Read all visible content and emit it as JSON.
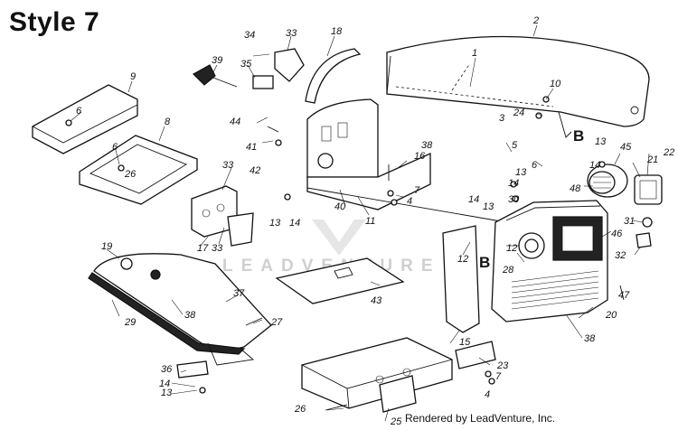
{
  "header": {
    "title": "Style 7"
  },
  "footer": {
    "credit": "Rendered by LeadVenture, Inc."
  },
  "watermark": {
    "text": "LEADVENTURE"
  },
  "callouts": [
    {
      "id": "c1",
      "label": "1"
    },
    {
      "id": "c2",
      "label": "2"
    },
    {
      "id": "c3",
      "label": "3"
    },
    {
      "id": "c4a",
      "label": "4"
    },
    {
      "id": "c4b",
      "label": "4"
    },
    {
      "id": "c5",
      "label": "5"
    },
    {
      "id": "c6a",
      "label": "6"
    },
    {
      "id": "c6b",
      "label": "6"
    },
    {
      "id": "c6c",
      "label": "6"
    },
    {
      "id": "c7a",
      "label": "7"
    },
    {
      "id": "c7b",
      "label": "7"
    },
    {
      "id": "c8",
      "label": "8"
    },
    {
      "id": "c9",
      "label": "9"
    },
    {
      "id": "c10",
      "label": "10"
    },
    {
      "id": "c11",
      "label": "11"
    },
    {
      "id": "c12a",
      "label": "12"
    },
    {
      "id": "c12b",
      "label": "12"
    },
    {
      "id": "c13a",
      "label": "13"
    },
    {
      "id": "c13b",
      "label": "13"
    },
    {
      "id": "c13c",
      "label": "13"
    },
    {
      "id": "c13d",
      "label": "13"
    },
    {
      "id": "c13e",
      "label": "13"
    },
    {
      "id": "c14a",
      "label": "14"
    },
    {
      "id": "c14b",
      "label": "14"
    },
    {
      "id": "c14c",
      "label": "14"
    },
    {
      "id": "c14d",
      "label": "14"
    },
    {
      "id": "c14e",
      "label": "14"
    },
    {
      "id": "c15",
      "label": "15"
    },
    {
      "id": "c16",
      "label": "16"
    },
    {
      "id": "c17",
      "label": "17"
    },
    {
      "id": "c18",
      "label": "18"
    },
    {
      "id": "c19",
      "label": "19"
    },
    {
      "id": "c20",
      "label": "20"
    },
    {
      "id": "c21",
      "label": "21"
    },
    {
      "id": "c22",
      "label": "22"
    },
    {
      "id": "c23",
      "label": "23"
    },
    {
      "id": "c24",
      "label": "24"
    },
    {
      "id": "c25",
      "label": "25"
    },
    {
      "id": "c26a",
      "label": "26"
    },
    {
      "id": "c26b",
      "label": "26"
    },
    {
      "id": "c27",
      "label": "27"
    },
    {
      "id": "c28",
      "label": "28"
    },
    {
      "id": "c29",
      "label": "29"
    },
    {
      "id": "c30",
      "label": "30"
    },
    {
      "id": "c31",
      "label": "31"
    },
    {
      "id": "c32",
      "label": "32"
    },
    {
      "id": "c33a",
      "label": "33"
    },
    {
      "id": "c33b",
      "label": "33"
    },
    {
      "id": "c33c",
      "label": "33"
    },
    {
      "id": "c34",
      "label": "34"
    },
    {
      "id": "c35",
      "label": "35"
    },
    {
      "id": "c36",
      "label": "36"
    },
    {
      "id": "c37",
      "label": "37"
    },
    {
      "id": "c38a",
      "label": "38"
    },
    {
      "id": "c38b",
      "label": "38"
    },
    {
      "id": "c38c",
      "label": "38"
    },
    {
      "id": "c39",
      "label": "39"
    },
    {
      "id": "c40",
      "label": "40"
    },
    {
      "id": "c41",
      "label": "41"
    },
    {
      "id": "c42",
      "label": "42"
    },
    {
      "id": "c43",
      "label": "43"
    },
    {
      "id": "c44",
      "label": "44"
    },
    {
      "id": "c45",
      "label": "45"
    },
    {
      "id": "c46",
      "label": "46"
    },
    {
      "id": "c47",
      "label": "47"
    },
    {
      "id": "c48",
      "label": "48"
    },
    {
      "id": "cBa",
      "label": "B"
    },
    {
      "id": "cBb",
      "label": "B"
    }
  ]
}
